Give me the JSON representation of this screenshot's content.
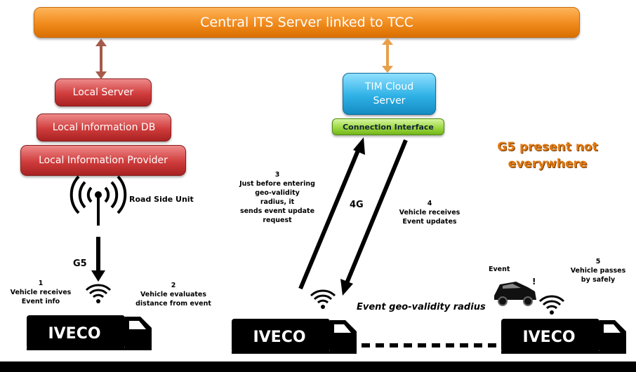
{
  "central_server": "Central ITS Server linked to TCC",
  "local_stack": {
    "server": "Local Server",
    "db": "Local Information DB",
    "provider": "Local Information Provider"
  },
  "rsu_label": "Road Side Unit",
  "tim_cloud": {
    "line1": "TIM Cloud",
    "line2": "Server"
  },
  "connection_interface": "Connection Interface",
  "g5_note": {
    "line1": "G5 present not",
    "line2": "everywhere"
  },
  "g5_link": "G5",
  "link_4g": "4G",
  "steps": {
    "s1": {
      "num": "1",
      "line1": "Vehicle receives",
      "line2": "Event info"
    },
    "s2": {
      "num": "2",
      "line1": "Vehicle evaluates",
      "line2": "distance from event"
    },
    "s3": {
      "num": "3",
      "line1": "Just before entering",
      "line2": "geo-validity",
      "line3": "radius, it",
      "line4": "sends event update",
      "line5": "request"
    },
    "s4": {
      "num": "4",
      "line1": "Vehicle receives",
      "line2": "Event updates"
    },
    "s5": {
      "num": "5",
      "line1": "Vehicle  passes",
      "line2": "by safely"
    }
  },
  "event_label": "Event",
  "geo_radius": "Event geo-validity radius",
  "truck_brand": "IVECO",
  "colors": {
    "central": "#f08a1c",
    "local": "#d03c3c",
    "tim": "#2fb1e6",
    "conn": "#9ed843",
    "g5_note": "#e07a12"
  }
}
